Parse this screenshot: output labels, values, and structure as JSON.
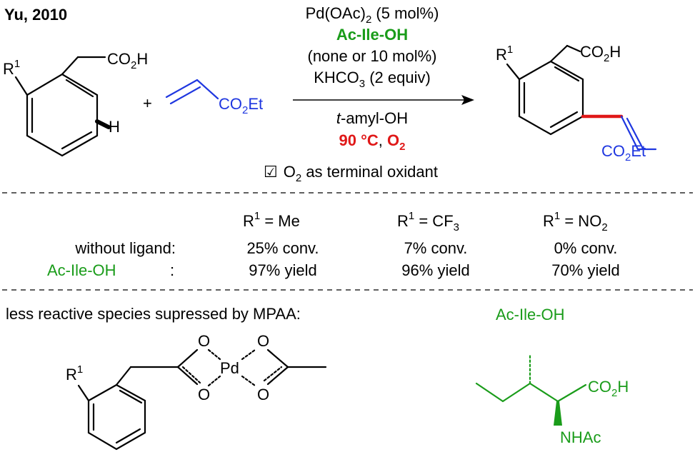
{
  "header": {
    "citation": "Yu, 2010"
  },
  "conditions": {
    "catalyst": "Pd(OAc)",
    "catalyst_sub": "2",
    "catalyst_amount": " (5 mol%)",
    "ligand": "Ac-Ile-OH",
    "ligand_amount": "(none or 10 mol%)",
    "base_pre": "KHCO",
    "base_sub": "3",
    "base_amount": " (2 equiv)",
    "solvent_italic": "t",
    "solvent_rest": "-amyl-OH",
    "temp": "90 °C",
    "comma": ", ",
    "oxidant": "O",
    "oxidant_sub": "2"
  },
  "note": {
    "checkbox_mark": "☑",
    "text_pre": "O",
    "text_sub": "2",
    "text_post": " as terminal oxidant"
  },
  "labels": {
    "plus": "+",
    "r": "R",
    "r_sup": "1",
    "co": "CO",
    "co_sub": "2",
    "h_suffix": "H",
    "et_suffix": "Et",
    "h_atom": "H",
    "pd": "Pd",
    "o": "O",
    "ac_ile_oh": "Ac-Ile-OH",
    "nhac": "NHAc"
  },
  "table": {
    "headers": [
      {
        "pre": "R",
        "sup": "1",
        "rest": " = Me",
        "sub": ""
      },
      {
        "pre": "R",
        "sup": "1",
        "rest": " = CF",
        "sub": "3"
      },
      {
        "pre": "R",
        "sup": "1",
        "rest": " = NO",
        "sub": "2"
      }
    ],
    "row_without": {
      "label": "without ligand:",
      "values": [
        "25% conv.",
        "7% conv.",
        "0% conv."
      ]
    },
    "row_with": {
      "label": "Ac-Ile-OH",
      "colon": ":",
      "values": [
        "97% yield",
        "96% yield",
        "70% yield"
      ]
    }
  },
  "bottom": {
    "caption": "less reactive species supressed by MPAA:"
  },
  "colors": {
    "green": "#1a9c1a",
    "blue": "#1f37e0",
    "red": "#e01818"
  }
}
